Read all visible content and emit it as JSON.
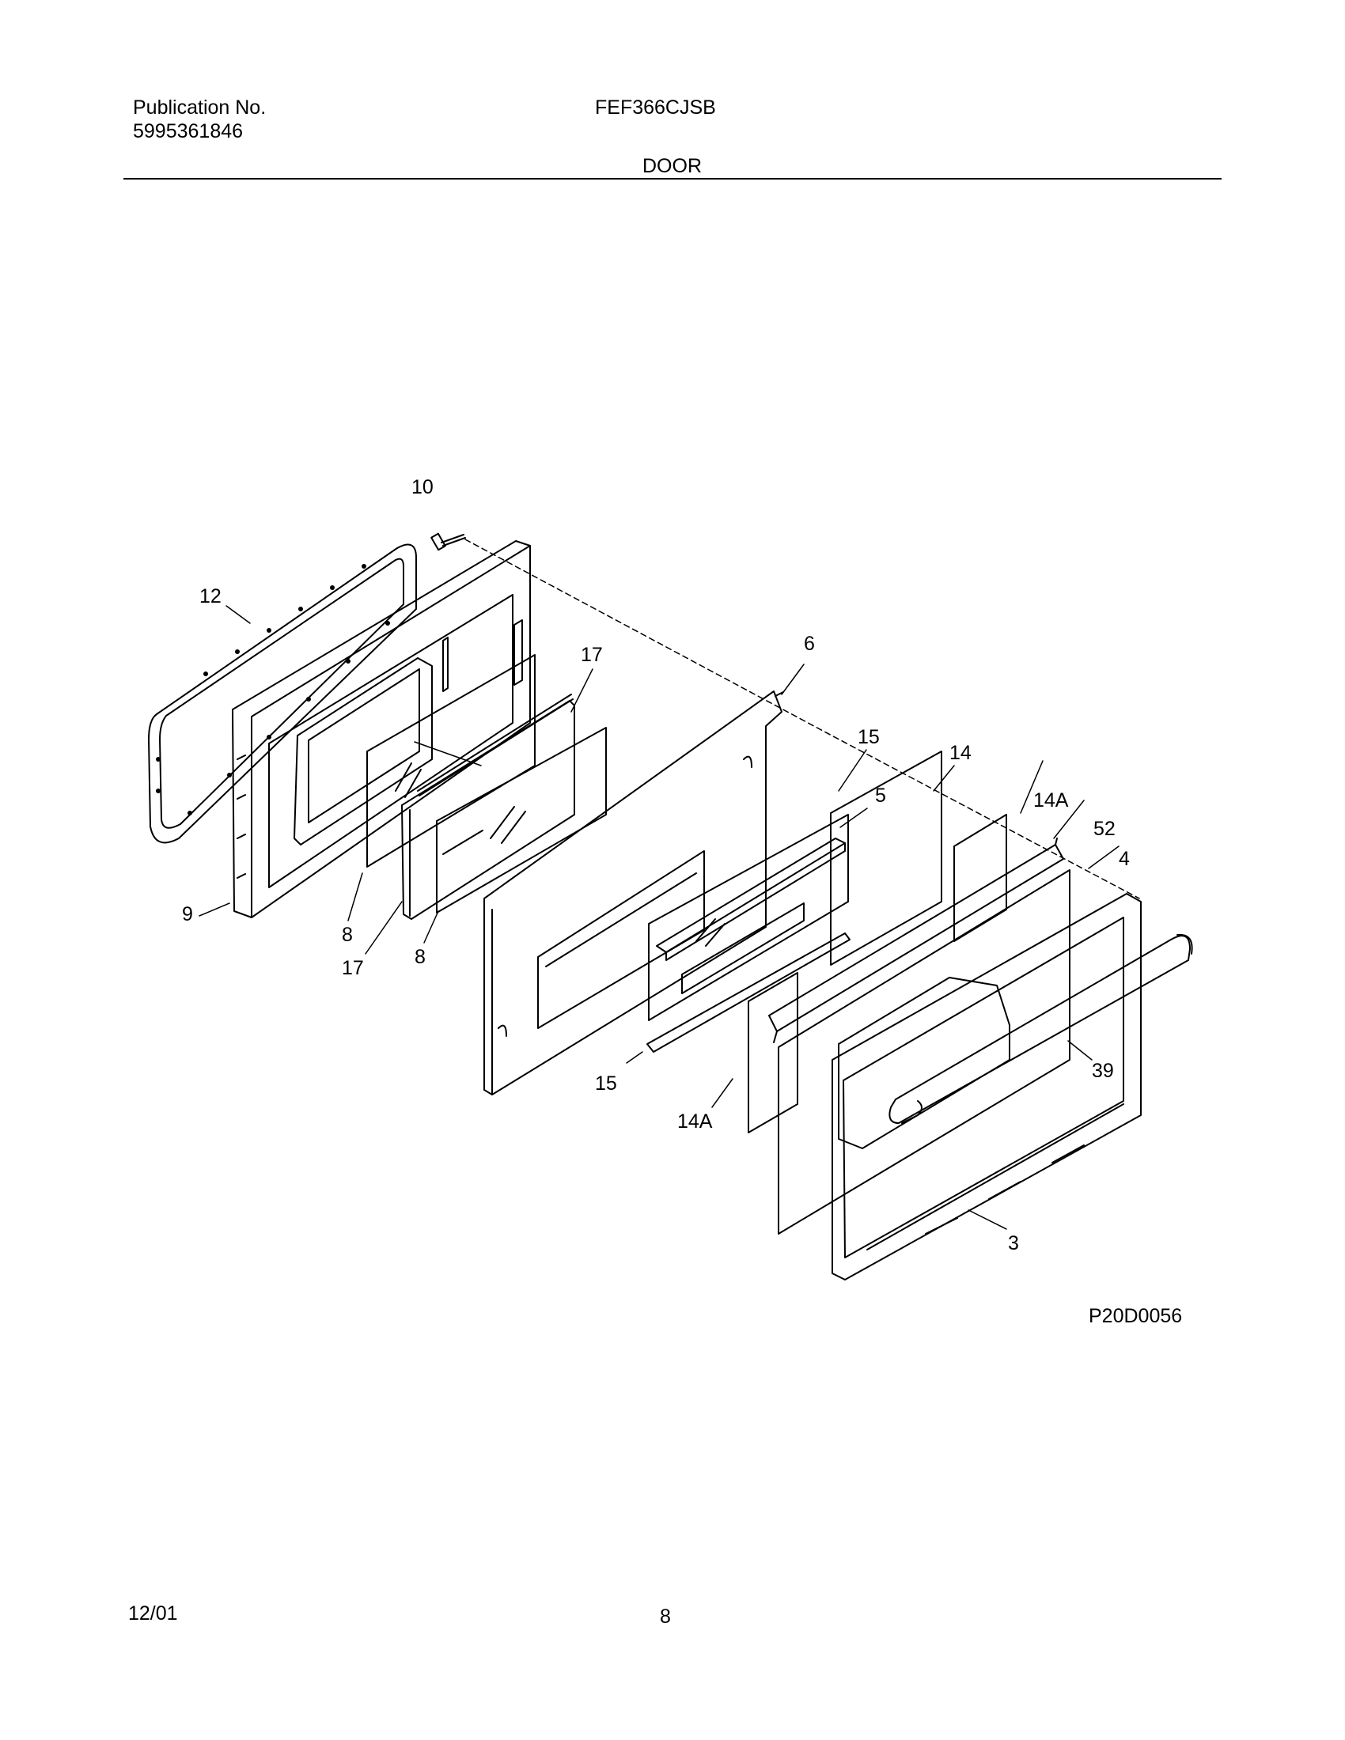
{
  "header": {
    "publication_label": "Publication No.",
    "publication_number": "5995361846",
    "model": "FEF366CJSB",
    "section": "DOOR"
  },
  "diagram": {
    "figure_code": "P20D0056",
    "callouts": [
      "10",
      "12",
      "9",
      "8",
      "17",
      "17",
      "8",
      "6",
      "15",
      "5",
      "14",
      "14A",
      "52",
      "4",
      "39",
      "3",
      "15",
      "14A"
    ]
  },
  "footer": {
    "date": "12/01",
    "page": "8"
  }
}
